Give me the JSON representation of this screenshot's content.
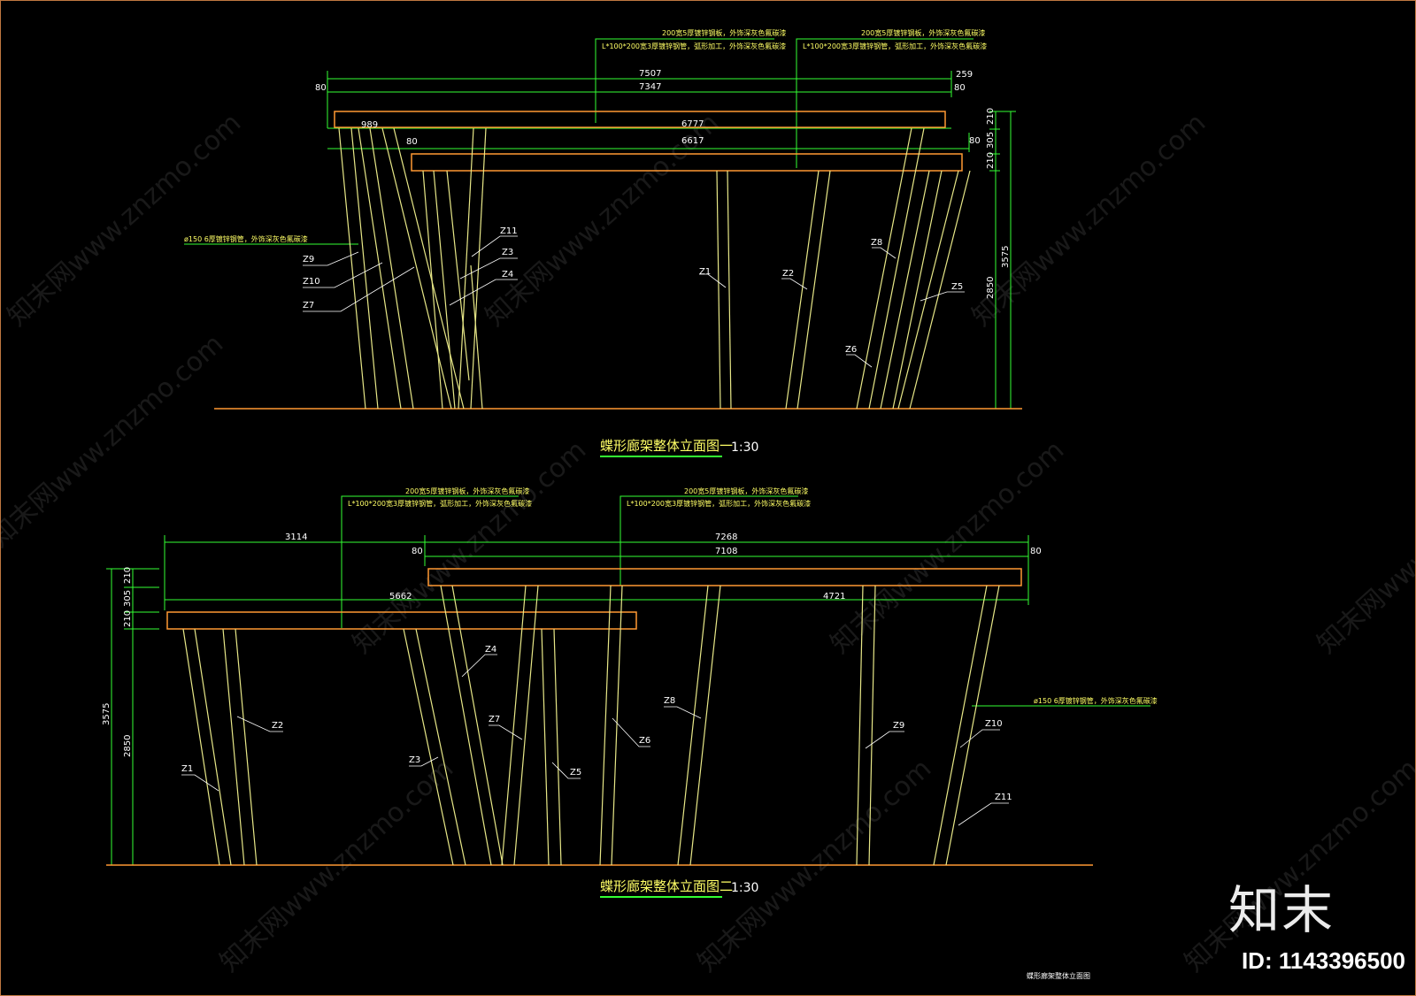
{
  "colors": {
    "frame": "#c07840",
    "dimension_line": "#33ff33",
    "beam": "#ff9933",
    "column": "#e8e888",
    "column_alt": "#ffff66",
    "text": "#ffffff",
    "note": "#ffff66"
  },
  "elevation1": {
    "title": "蝶形廊架整体立面图一",
    "scale": "1:30",
    "dims": {
      "d7507": "7507",
      "d7347": "7347",
      "d80a": "80",
      "d259": "259",
      "d80b": "80",
      "d989": "989",
      "d6777": "6777",
      "d80c": "80",
      "d6617": "6617",
      "d80d": "80",
      "d210a": "210",
      "d305": "305",
      "d210b": "210",
      "d3575": "3575",
      "d2850": "2850"
    },
    "notes": {
      "plate_a": "200宽5厚镀锌钢板，外饰深灰色氟碳漆",
      "tube_a": "L*100*200宽3厚镀锌钢管，弧形加工，外饰深灰色氟碳漆",
      "plate_b": "200宽5厚镀锌钢板，外饰深灰色氟碳漆",
      "tube_b": "L*100*200宽3厚镀锌钢管，弧形加工，外饰深灰色氟碳漆",
      "pipe": "ø150 6厚镀锌钢管，外饰深灰色氟碳漆"
    },
    "labels": {
      "z9": "Z9",
      "z10": "Z10",
      "z7": "Z7",
      "z11": "Z11",
      "z3": "Z3",
      "z4": "Z4",
      "z1": "Z1",
      "z2": "Z2",
      "z8": "Z8",
      "z5": "Z5",
      "z6": "Z6"
    }
  },
  "elevation2": {
    "title": "蝶形廊架整体立面图二",
    "scale": "1:30",
    "dims": {
      "d3114": "3114",
      "d7268": "7268",
      "d80a": "80",
      "d7108": "7108",
      "d80b": "80",
      "d5662": "5662",
      "d4721": "4721",
      "d210a": "210",
      "d305": "305",
      "d210b": "210",
      "d3575": "3575",
      "d2850": "2850"
    },
    "notes": {
      "plate_a": "200宽5厚镀锌钢板，外饰深灰色氟碳漆",
      "tube_a": "L*100*200宽3厚镀锌钢管，弧形加工，外饰深灰色氟碳漆",
      "plate_b": "200宽5厚镀锌钢板，外饰深灰色氟碳漆",
      "tube_b": "L*100*200宽3厚镀锌钢管，弧形加工，外饰深灰色氟碳漆",
      "pipe": "ø150 6厚镀锌钢管，外饰深灰色氟碳漆"
    },
    "labels": {
      "z4": "Z4",
      "z2": "Z2",
      "z1": "Z1",
      "z3": "Z3",
      "z7": "Z7",
      "z5": "Z5",
      "z6": "Z6",
      "z8": "Z8",
      "z9": "Z9",
      "z10": "Z10",
      "z11": "Z11"
    }
  },
  "watermark": {
    "site": "知末网www.znzmo.com",
    "brand": "知末",
    "id": "ID: 1143396500"
  },
  "sheet_caption": "蝶形廊架整体立面图"
}
